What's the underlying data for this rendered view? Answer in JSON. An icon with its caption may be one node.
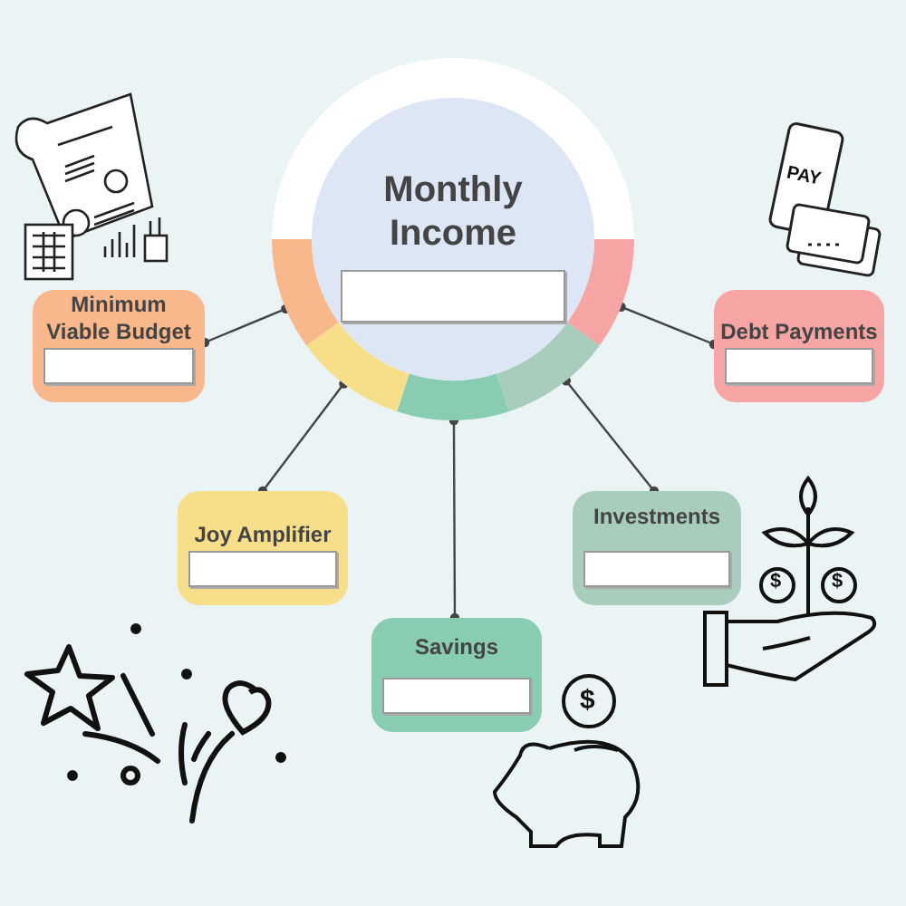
{
  "diagram": {
    "nodes": [
      {
        "text": [
          "Monthly Income"
        ]
      },
      {
        "text": [
          "Minimum Viable Budget"
        ]
      },
      {
        "text": [
          "Debt Payments"
        ]
      },
      {
        "text": [
          "Joy Amplifier"
        ]
      },
      {
        "text": [
          "Investments"
        ]
      },
      {
        "text": [
          "Savings"
        ]
      }
    ],
    "edges": [
      {
        "from": 0,
        "to": 1,
        "arrow": "other"
      },
      {
        "from": 0,
        "to": 2,
        "arrow": "other"
      },
      {
        "from": 0,
        "to": 3,
        "arrow": "other"
      },
      {
        "from": 0,
        "to": 4,
        "arrow": "other"
      },
      {
        "from": 0,
        "to": 5,
        "arrow": "other"
      }
    ],
    "labels": [
      "PAY",
      "$",
      "$",
      "$"
    ]
  }
}
